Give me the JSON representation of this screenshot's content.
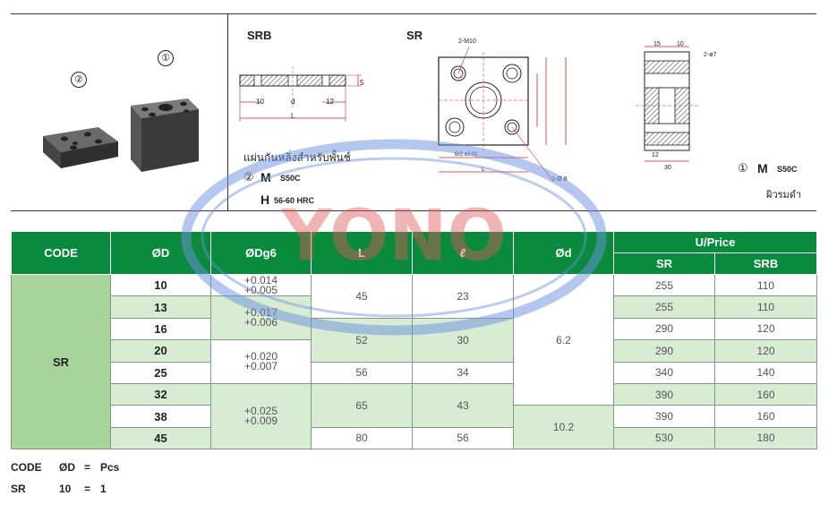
{
  "callouts": {
    "part2": "②",
    "part1": "①"
  },
  "drawings": {
    "srb_title": "SRB",
    "sr_title": "SR",
    "srb_dims": {
      "d10": "10",
      "d12": "12",
      "dL": "L",
      "d5": "5",
      "dd": "d"
    },
    "sr_dims": {
      "m10": "2-M10",
      "d2": "2-Ø 8",
      "dim_l": "L",
      "dim_b": "B/2 ±0.01"
    },
    "side_dims": {
      "d15": "15",
      "d10": "10",
      "d30": "30",
      "d12": "12",
      "d7": "2-ø7"
    },
    "thai_caption": "แผ่นกันหลิ่งสำหรับพั้นช์",
    "mat2_marker": "②",
    "mat2_letter": "M",
    "mat2_grade": "S50C",
    "hardness_letter": "H",
    "hardness_value": "56-60 HRC",
    "mat1_marker": "①",
    "mat1_letter": "M",
    "mat1_grade": "S50C",
    "finish": "ผิวรมดำ"
  },
  "watermark": {
    "text": "YONO"
  },
  "table": {
    "headers": {
      "code": "CODE",
      "od": "ØD",
      "odg6": "ØDg6",
      "l": "L",
      "ell": "ℓ",
      "od_small": "Ød",
      "price": "U/Price",
      "sr": "SR",
      "srb": "SRB"
    },
    "code_value": "SR",
    "rows": [
      {
        "d": "10",
        "sr": "255",
        "srb": "110"
      },
      {
        "d": "13",
        "sr": "255",
        "srb": "110"
      },
      {
        "d": "16",
        "sr": "290",
        "srb": "120"
      },
      {
        "d": "20",
        "sr": "290",
        "srb": "120"
      },
      {
        "d": "25",
        "sr": "340",
        "srb": "140"
      },
      {
        "d": "32",
        "sr": "390",
        "srb": "160"
      },
      {
        "d": "38",
        "sr": "390",
        "srb": "160"
      },
      {
        "d": "45",
        "sr": "530",
        "srb": "180"
      }
    ],
    "tolerances": [
      {
        "upper": "+0.014",
        "lower": "+0.005"
      },
      {
        "upper": "+0.017",
        "lower": "+0.006"
      },
      {
        "upper": "+0.020",
        "lower": "+0.007"
      },
      {
        "upper": "+0.025",
        "lower": "+0.009"
      }
    ],
    "L_values": [
      "45",
      "52",
      "56",
      "65",
      "80"
    ],
    "ell_values": [
      "23",
      "30",
      "34",
      "43",
      "56"
    ],
    "d_values": [
      "6.2",
      "10.2"
    ]
  },
  "footer": {
    "line1": {
      "a": "CODE",
      "b": "ØD",
      "eq": "=",
      "c": "Pcs"
    },
    "line2": {
      "a": "SR",
      "b": "10",
      "eq": "=",
      "c": "1"
    }
  },
  "colors": {
    "header_green": "#0a8a3c",
    "light_green": "#d7ecd3",
    "code_green": "#a8d49c",
    "watermark_blue": "#6b8fe0",
    "watermark_red": "#e05a5a"
  }
}
